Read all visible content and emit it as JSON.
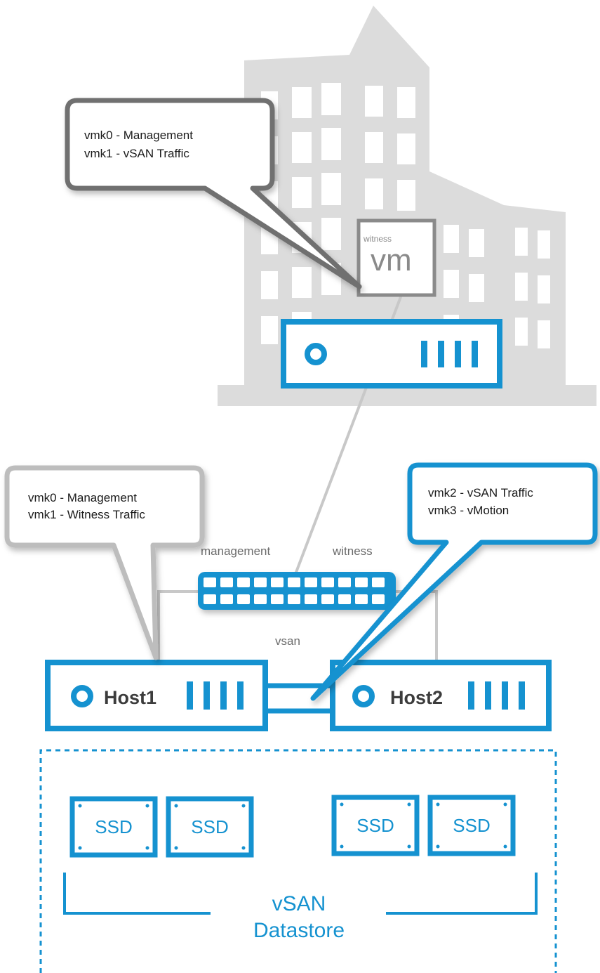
{
  "witness_callout": {
    "line1": "vmk0 - Management",
    "line2": "vmk1  - vSAN Traffic"
  },
  "host1_callout": {
    "line1": "vmk0 - Management",
    "line2": "vmk1  - Witness Traffic"
  },
  "host2_callout": {
    "line1": "vmk2 - vSAN Traffic",
    "line2": "vmk3 - vMotion"
  },
  "witness_vm": {
    "small": "witness",
    "big": "vm"
  },
  "network_labels": {
    "management": "management",
    "witness": "witness",
    "vsan": "vsan"
  },
  "hosts": {
    "host1": "Host1",
    "host2": "Host2"
  },
  "ssd_label": "SSD",
  "datastore": {
    "line1": "vSAN",
    "line2": "Datastore"
  },
  "colors": {
    "accent_blue": "#1592d0",
    "building_gray": "#dcdcdc",
    "callout_dark": "#6f6f6f",
    "callout_light": "#bdbdbd",
    "link_gray": "#c8c8c8"
  }
}
